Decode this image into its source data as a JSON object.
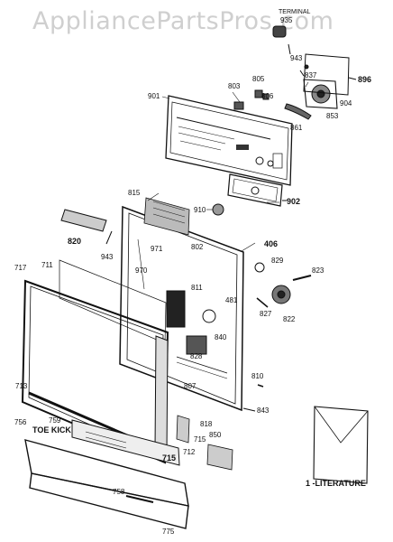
{
  "watermark": "AppliancePartsPros.com",
  "labels": {
    "terminal": "TERMINAL",
    "p935": "935",
    "p943a": "943",
    "p896": "896",
    "p837": "837",
    "p805": "805",
    "p803": "803",
    "p806": "806",
    "p901": "901",
    "p904": "904",
    "p853": "853",
    "p861": "861",
    "p815": "815",
    "p910": "910",
    "p902": "902",
    "p820": "820",
    "p971": "971",
    "p802": "802",
    "p406": "406",
    "p943b": "943",
    "p970": "970",
    "p829": "829",
    "p823": "823",
    "p717": "717",
    "p711": "711",
    "p811": "811",
    "p481": "481",
    "p827": "827",
    "p822": "822",
    "p840": "840",
    "p828": "828",
    "p810": "810",
    "p807": "807",
    "p713": "713",
    "p843": "843",
    "p756": "756",
    "p759": "759",
    "toekick": "TOE KICK",
    "p818": "818",
    "p715a": "715",
    "p850": "850",
    "p715b": "715",
    "p712": "712",
    "literature": "1 -LITERATURE",
    "p758": "758",
    "p775": "775"
  }
}
